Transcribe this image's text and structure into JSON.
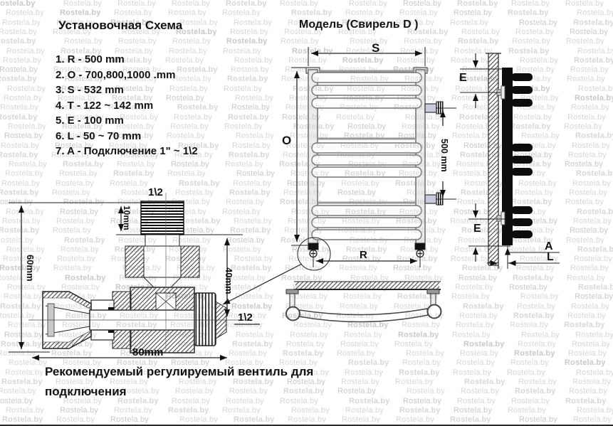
{
  "watermark": {
    "text": "Rostela.by",
    "color": "#d7d7d7"
  },
  "left_panel": {
    "title": "Установочная Схема",
    "items": [
      "1. R - 500 mm",
      "2. O - 700,800,1000 .mm",
      "3. S - 532 mm",
      "4. T - 122 ~ 142 mm",
      "5. E - 100 mm",
      "6. L - 50 ~ 70 mm",
      "7. A - Подключение  1\" ~  1\\2"
    ]
  },
  "model": {
    "title": "Модель (Свирель D )"
  },
  "front_view": {
    "labels": {
      "width": "S",
      "height": "O",
      "bottom_span": "R",
      "pitch": "500 mm"
    }
  },
  "side_view": {
    "labels": {
      "e_top": "E",
      "e_bottom": "E",
      "a": "A",
      "l": "L"
    }
  },
  "valve": {
    "labels": {
      "top_thread": "1\\2",
      "thread_length": "10mm",
      "height": "60mm",
      "side": "40mm",
      "width": "80mm",
      "connection": "1\\2"
    }
  },
  "caption": {
    "line1": "Рекомендуемый регулируемый вентиль для",
    "line2": "подключения"
  },
  "colors": {
    "line": "#222222",
    "stub_fill": "#c9c9e2",
    "collector_fill": "#ececec",
    "watermark": "#d7d7d7"
  }
}
